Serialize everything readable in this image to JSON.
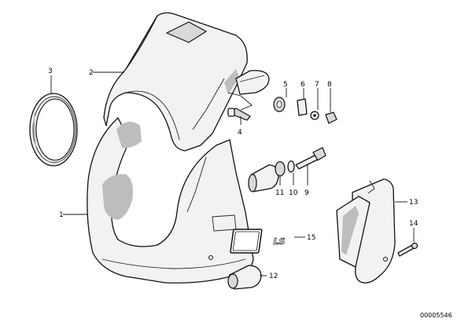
{
  "diagram": {
    "callouts": {
      "p1": "1",
      "p2": "2",
      "p3": "3",
      "p4": "4",
      "p5": "5",
      "p6": "6",
      "p7": "7",
      "p8": "8",
      "p9": "9",
      "p10": "10",
      "p11": "11",
      "p12": "12",
      "p13": "13",
      "p14": "14",
      "p15": "15"
    },
    "emblem_text": "LS",
    "document_number": "00005546"
  }
}
